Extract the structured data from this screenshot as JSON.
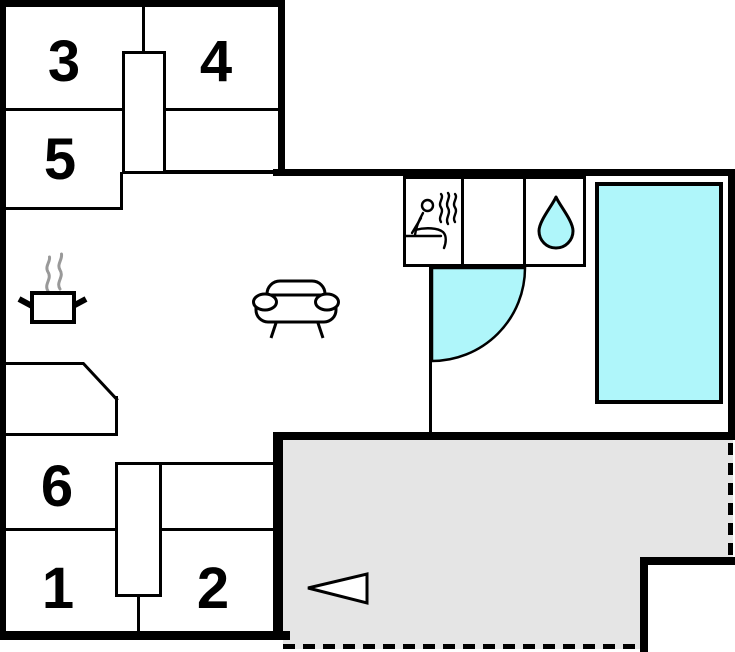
{
  "floorplan": {
    "kind": "property-floor-plan",
    "room_labels": [
      {
        "id": "room-3",
        "label": "3"
      },
      {
        "id": "room-4",
        "label": "4"
      },
      {
        "id": "room-5",
        "label": "5"
      },
      {
        "id": "room-6",
        "label": "6"
      },
      {
        "id": "room-1",
        "label": "1"
      },
      {
        "id": "room-2",
        "label": "2"
      }
    ],
    "icons": [
      {
        "name": "sauna-icon"
      },
      {
        "name": "water-drop-icon"
      },
      {
        "name": "stove-pot-icon"
      },
      {
        "name": "sofa-icon"
      },
      {
        "name": "entrance-arrow-icon"
      },
      {
        "name": "door-swing-icon"
      }
    ],
    "colors": {
      "water_feature": "#aff6fa",
      "terrace": "#e5e5e5",
      "walls": "#000000",
      "steam": "#999999",
      "background": "#ffffff"
    }
  }
}
